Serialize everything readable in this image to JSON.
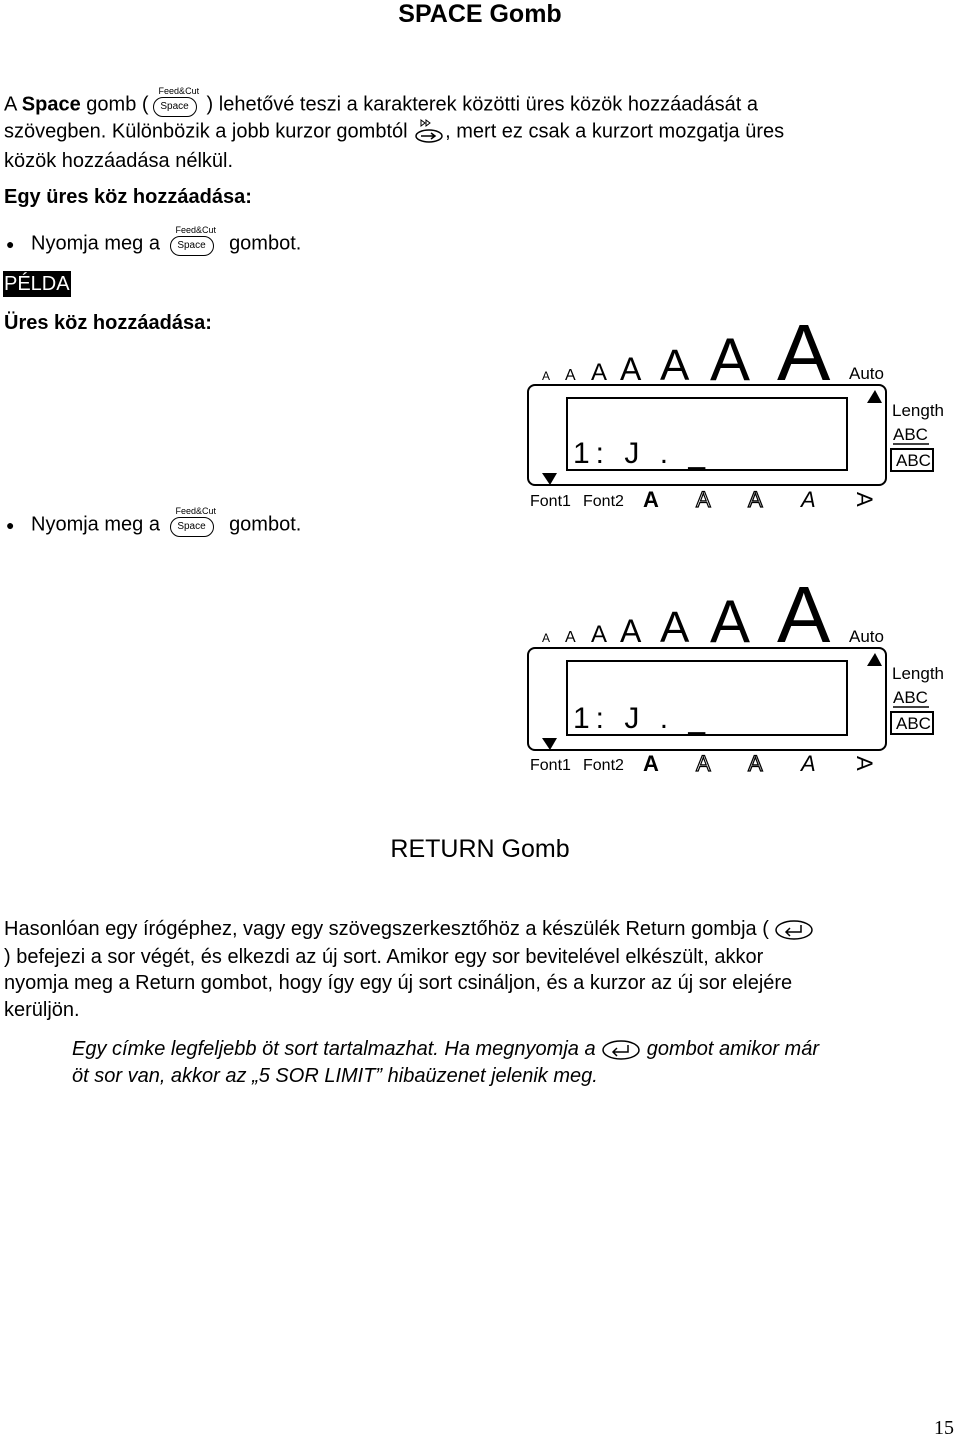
{
  "space_section": {
    "title": "SPACE Gomb",
    "intro_prefix": "A ",
    "intro_bold": "Space",
    "intro_mid": " gomb (",
    "intro_after_icon": ") lehetővé teszi a karakterek közötti üres közök hozzáadását a",
    "intro_line2_start": "szövegben. Különbözik a jobb kurzor gombtól",
    "intro_line2_end": ", mert ez csak a kurzort mozgatja üres",
    "intro_line3": "közök hozzáadása nélkül.",
    "subheading": "Egy üres köz hozzáadása:",
    "bullet1_pre": "Nyomja meg a",
    "bullet1_post": "gombot.",
    "example_label": "PÉLDA",
    "example_heading": "Üres köz hozzáadása:",
    "bullet2_pre": "Nyomja meg a",
    "bullet2_post": "gombot."
  },
  "key_icon": {
    "feedcut": "Feed&Cut",
    "space": "Space"
  },
  "lcd1": {
    "size_letters": [
      "A",
      "A",
      "A",
      "A",
      "A",
      "A",
      "A"
    ],
    "auto": "Auto",
    "length": "Length",
    "abc1": "ABC",
    "abc2": "ABC",
    "screen_text": "1: J . _",
    "font1": "Font1",
    "font2": "Font2",
    "style_letters": [
      "A",
      "A",
      "A",
      "A",
      "A"
    ]
  },
  "lcd2": {
    "size_letters": [
      "A",
      "A",
      "A",
      "A",
      "A",
      "A",
      "A"
    ],
    "auto": "Auto",
    "length": "Length",
    "abc1": "ABC",
    "abc2": "ABC",
    "screen_text": "1: J .  _",
    "font1": "Font1",
    "font2": "Font2",
    "style_letters": [
      "A",
      "A",
      "A",
      "A",
      "A"
    ]
  },
  "return_section": {
    "title": "RETURN Gomb",
    "line1": "Hasonlóan egy írógéphez, vagy egy szövegszerkesztőhöz a készülék Return gombja (",
    "line2": ") befejezi a sor végét, és elkezdi az új sort. Amikor egy sor bevitelével elkészült, akkor",
    "line3": "nyomja meg a Return gombot, hogy így egy új sort csináljon, és a kurzor az új sor elejére",
    "line4": "kerüljön.",
    "note1_pre": "Egy címke legfeljebb öt sort tartalmazhat. Ha megnyomja a",
    "note1_post": "gombot amikor már",
    "note2": "öt sor van, akkor az „5 SOR LIMIT” hibaüzenet jelenik meg."
  },
  "page_number": "15"
}
